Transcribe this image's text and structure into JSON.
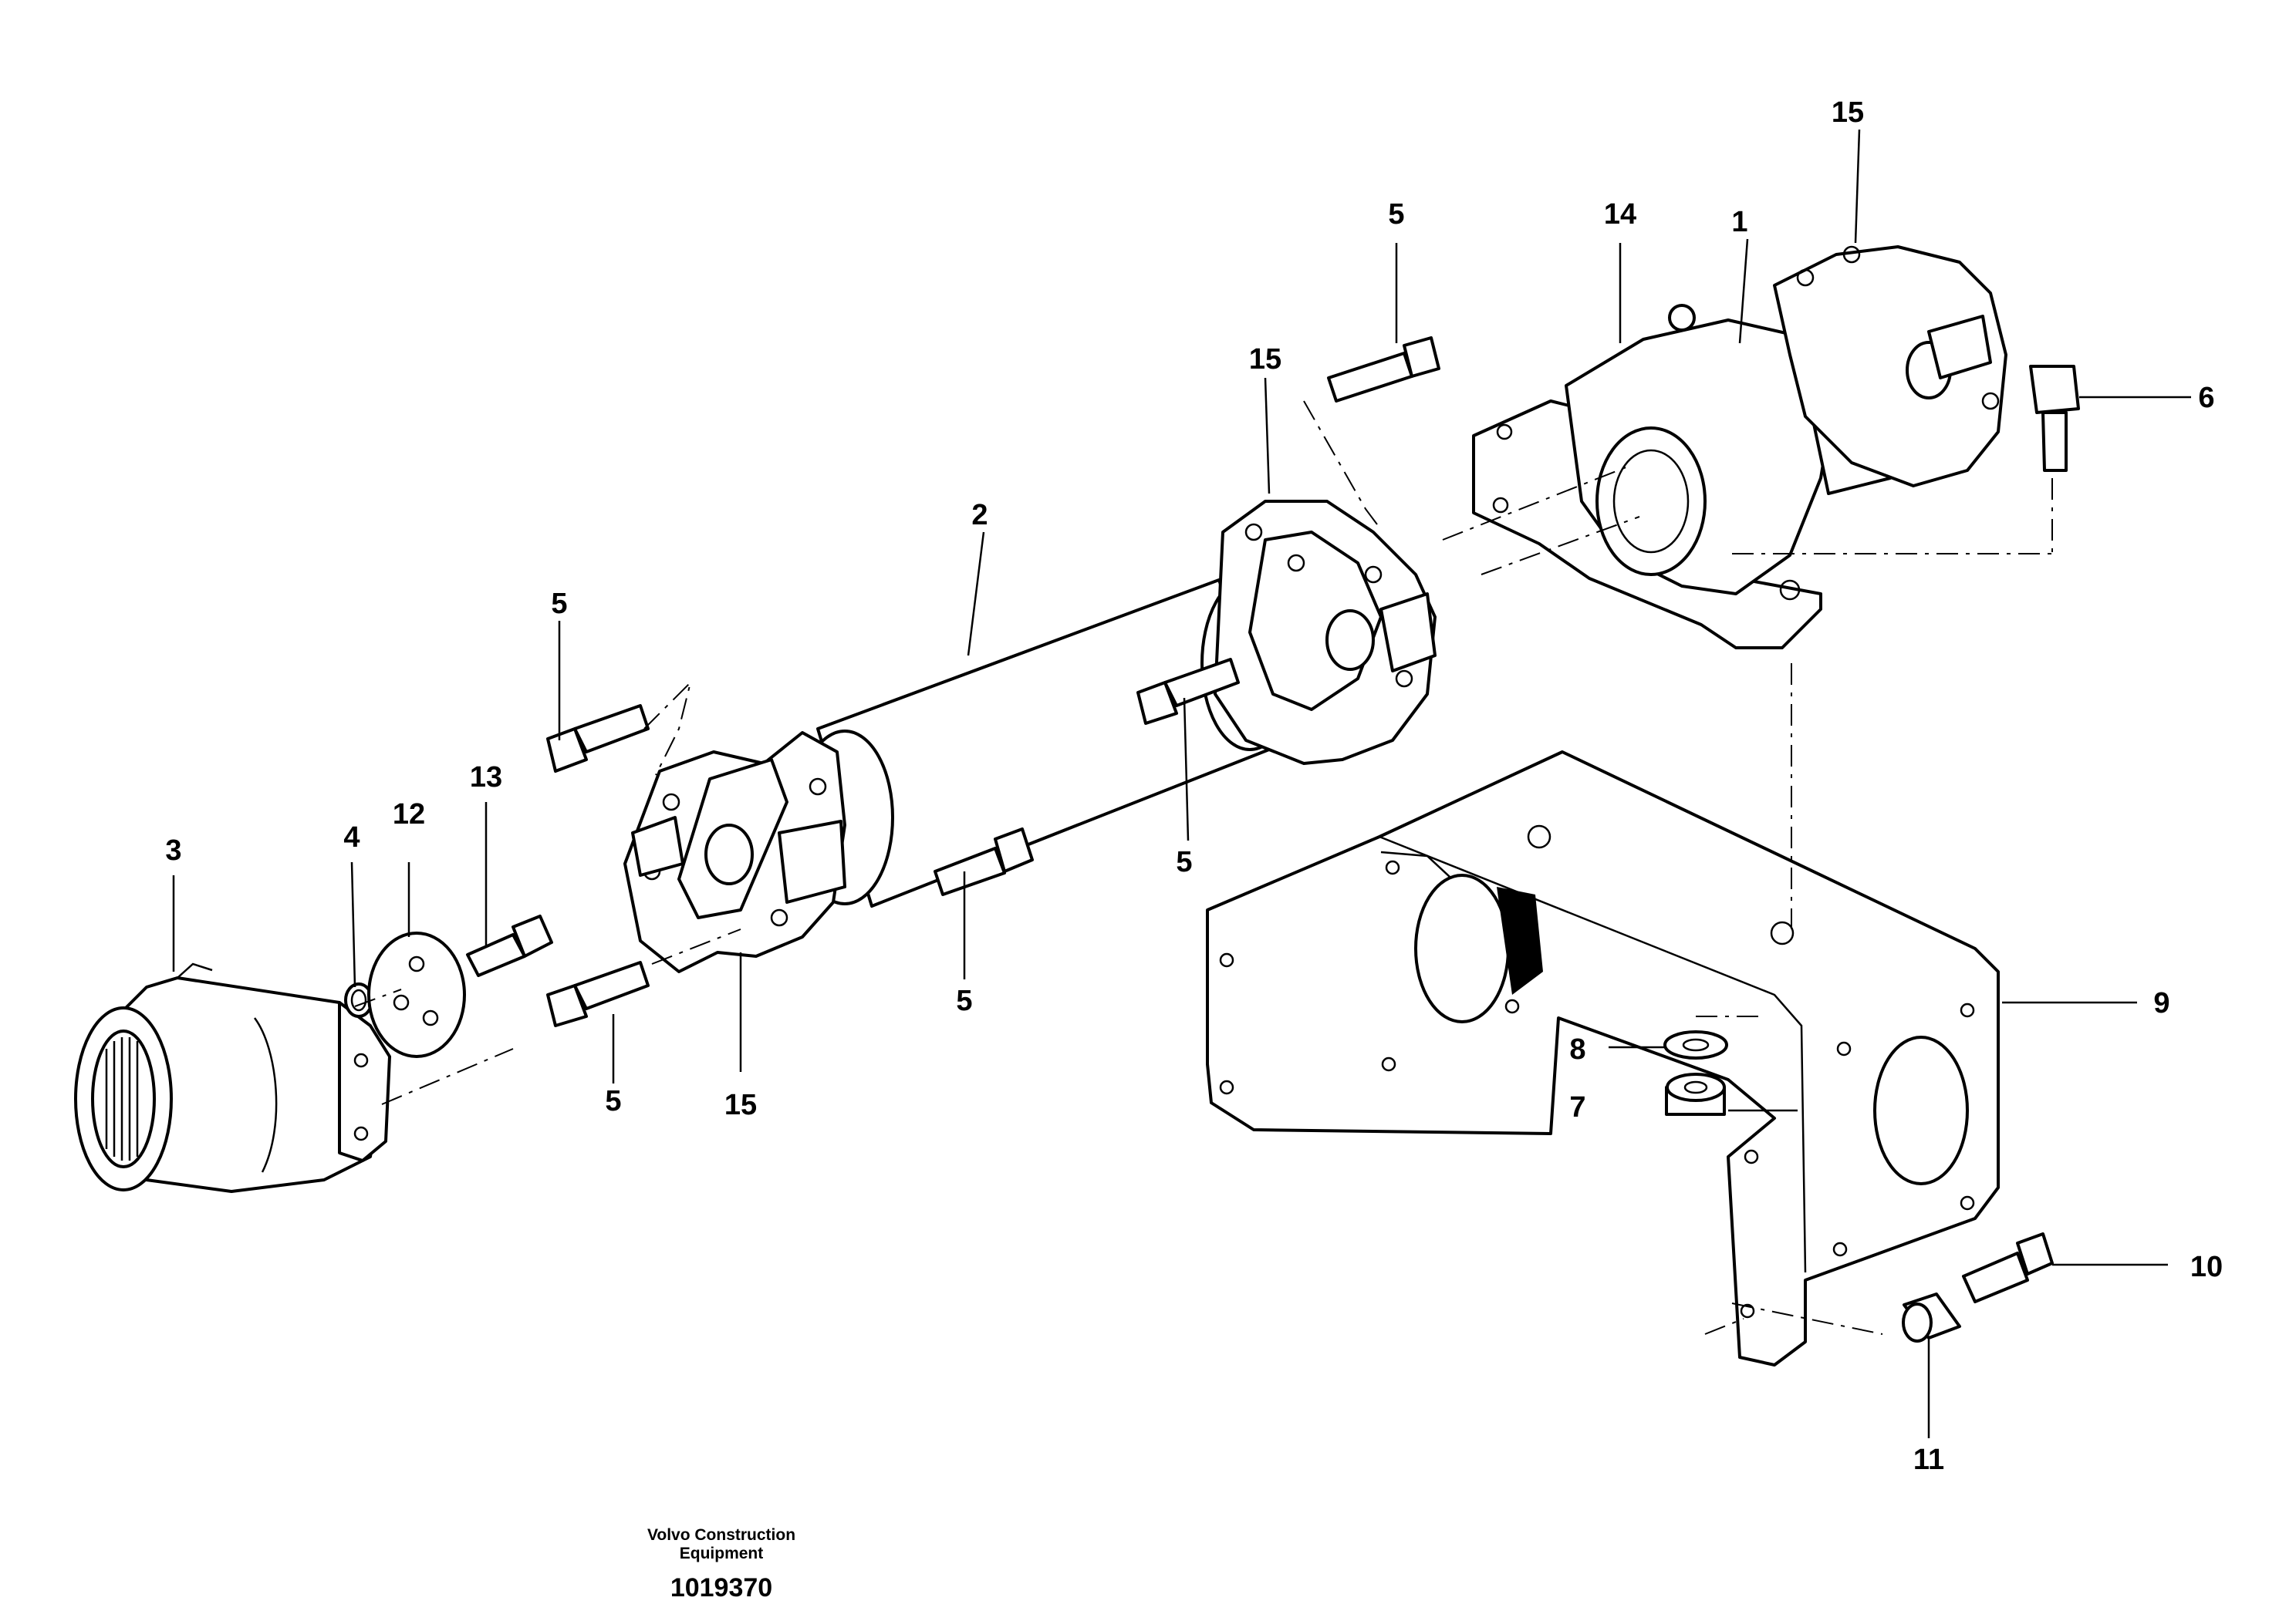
{
  "callouts": {
    "c1": "1",
    "c2": "2",
    "c3": "3",
    "c4": "4",
    "c5a": "5",
    "c5b": "5",
    "c5c": "5",
    "c5d": "5",
    "c5e": "5",
    "c6": "6",
    "c7": "7",
    "c8": "8",
    "c9": "9",
    "c10": "10",
    "c11": "11",
    "c12": "12",
    "c13": "13",
    "c14": "14",
    "c15a": "15",
    "c15b": "15",
    "c15c": "15"
  },
  "footer": {
    "maker_line1": "Volvo Construction",
    "maker_line2": "Equipment",
    "figure_number": "1019370"
  }
}
